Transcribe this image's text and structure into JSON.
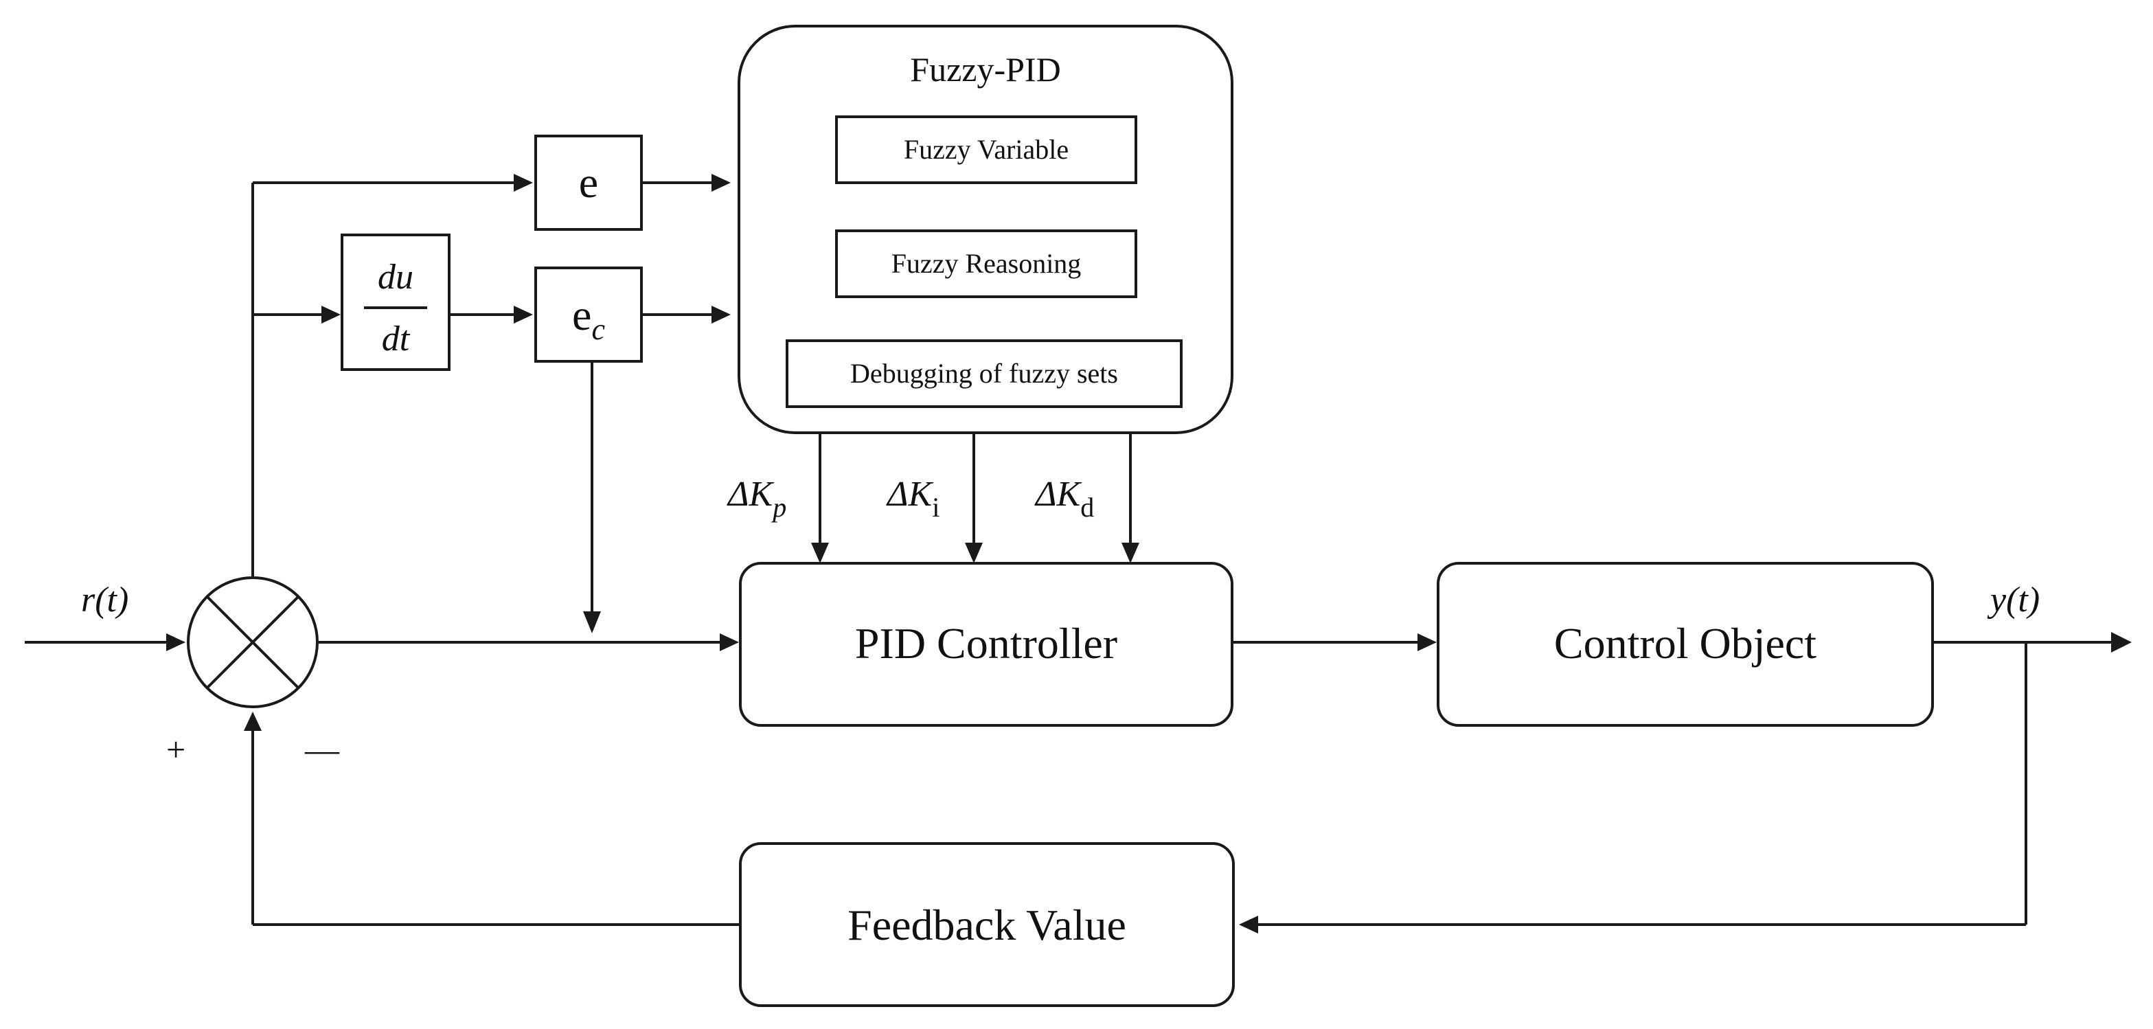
{
  "fuzzy_pid": {
    "title": "Fuzzy-PID",
    "steps": [
      "Fuzzy Variable",
      "Fuzzy Reasoning",
      "Debugging of fuzzy sets"
    ]
  },
  "inputs": {
    "error": "e",
    "error_change": {
      "base": "e",
      "subscript": "c"
    },
    "derivative": {
      "numerator": "du",
      "denominator": "dt"
    }
  },
  "gains": [
    {
      "prefix": "ΔK",
      "subscript": "p"
    },
    {
      "prefix": "ΔK",
      "subscript": "i"
    },
    {
      "prefix": "ΔK",
      "subscript": "d"
    }
  ],
  "blocks": {
    "pid_controller": "PID Controller",
    "control_object": "Control Object",
    "feedback": "Feedback Value"
  },
  "signals": {
    "reference": "r(t)",
    "output": "y(t)",
    "plus": "+",
    "minus": "—"
  }
}
